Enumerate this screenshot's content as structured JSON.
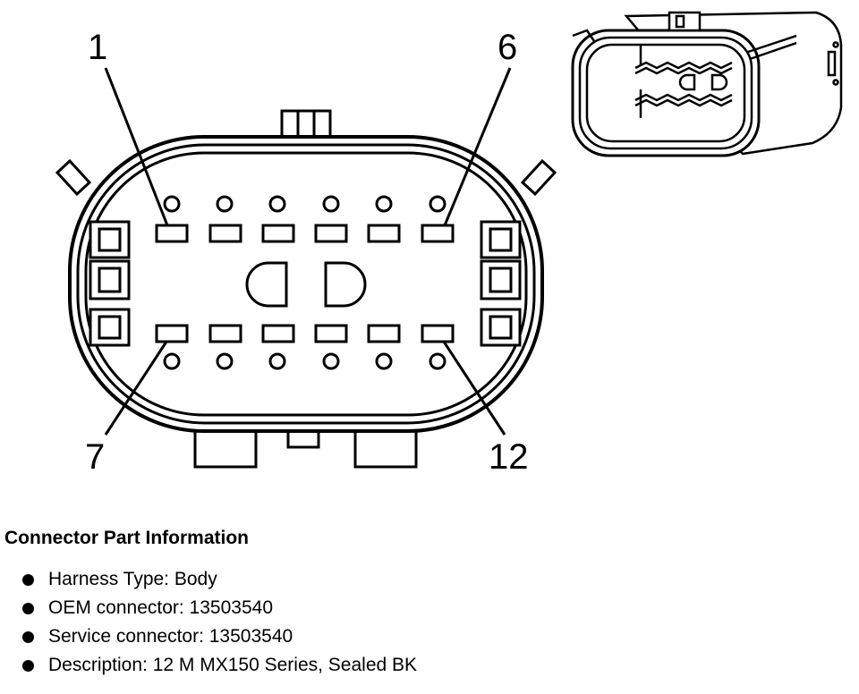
{
  "diagram": {
    "pin_labels": {
      "top_left": "1",
      "top_right": "6",
      "bottom_left": "7",
      "bottom_right": "12"
    }
  },
  "info": {
    "title": "Connector Part Information",
    "items": [
      "Harness Type: Body",
      "OEM connector: 13503540",
      "Service connector: 13503540",
      "Description: 12 M MX150 Series, Sealed BK"
    ]
  }
}
